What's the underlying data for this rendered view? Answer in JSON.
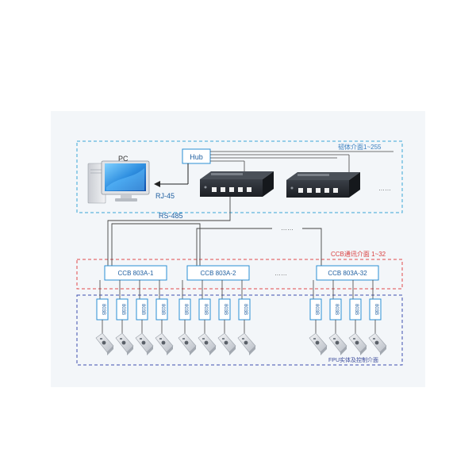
{
  "pc": {
    "label": "PC",
    "icon": "desktop-computer-icon"
  },
  "hub": {
    "label": "Hub"
  },
  "links": {
    "rj45": "RJ-45",
    "rs485": "RS-485"
  },
  "converter_more": "……",
  "ccb_more": "……",
  "zones": {
    "physical": {
      "label": "韧体介面1~255",
      "color": "#3aa6d8"
    },
    "comm": {
      "label": "CCB通讯介面 1~32",
      "color": "#e04a4a"
    },
    "fpu": {
      "label": "FPU实体及控制介面",
      "color": "#3d4fb0"
    }
  },
  "ccb_units": [
    {
      "label": "CCB 803A-1"
    },
    {
      "label": "CCB 803A-2"
    },
    {
      "label": "CCB 803A-32"
    }
  ],
  "module_label": "803B",
  "colors": {
    "box_border": "#2a8fd4",
    "text_blue": "#1f5fa0",
    "line": "#444444",
    "device_body": "#2b2f36"
  }
}
